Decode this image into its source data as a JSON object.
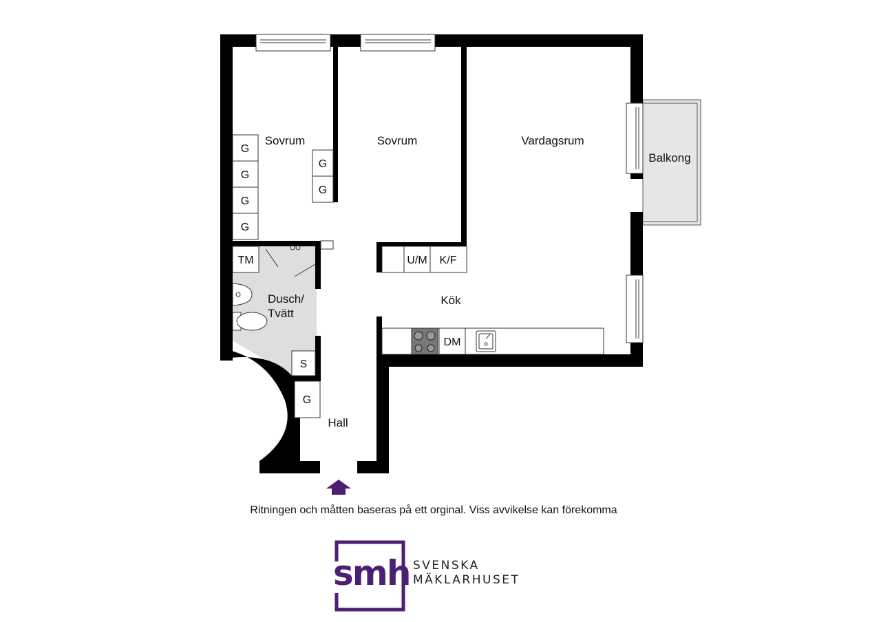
{
  "rooms": {
    "bedroom_left": "Sovrum",
    "bedroom_mid": "Sovrum",
    "living": "Vardagsrum",
    "balcony": "Balkong",
    "bath_line1": "Dusch/",
    "bath_line2": "Tvätt",
    "kitchen": "Kök",
    "hall": "Hall"
  },
  "fixtures": {
    "wardrobe": "G",
    "tm": "TM",
    "um": "U/M",
    "kf": "K/F",
    "dm": "DM",
    "s": "S"
  },
  "disclaimer": "Ritningen och måtten baseras på ett orginal. Viss avvikelse kan förekomma",
  "logo": {
    "monogram": "smh",
    "line1": "SVENSKA",
    "line2": "MÄKLARHUSET",
    "color": "#4b1f73"
  },
  "colors": {
    "wall": "#000000",
    "wet_floor": "#dedede",
    "balcony_floor": "#e6e6e6",
    "entrance_arrow": "#4b1f73"
  }
}
